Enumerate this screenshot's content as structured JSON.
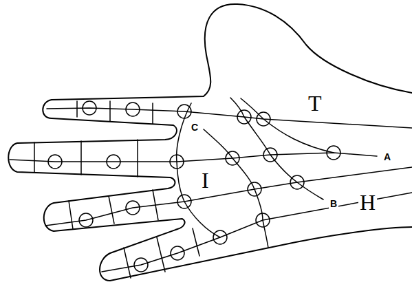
{
  "diagram": {
    "labels": [
      "T",
      "C",
      "A",
      "I",
      "B",
      "H"
    ]
  }
}
